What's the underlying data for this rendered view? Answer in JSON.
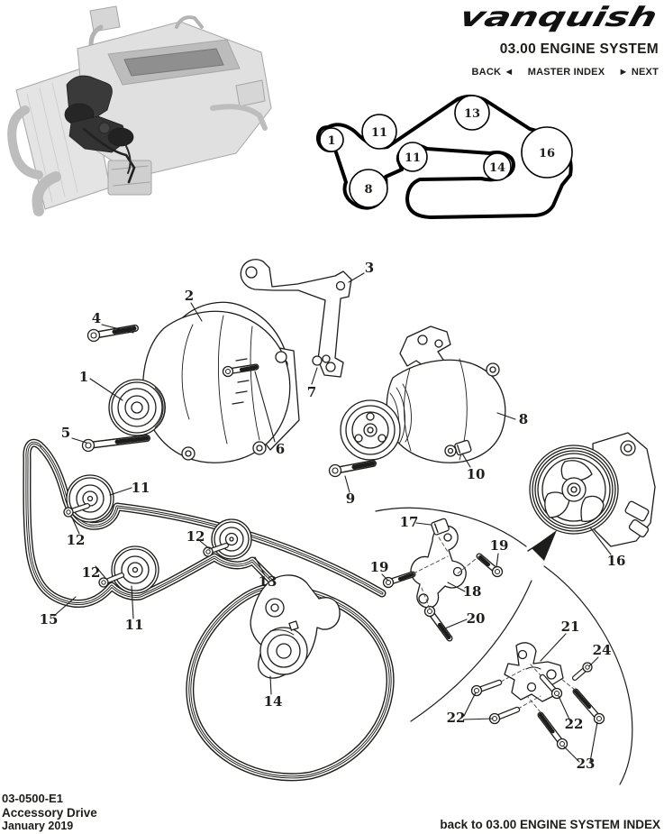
{
  "header": {
    "logo_text": "vanquish",
    "section_title": "03.00 ENGINE SYSTEM",
    "nav": {
      "back": "BACK ◄",
      "master_index": "MASTER INDEX",
      "next": "► NEXT"
    }
  },
  "belt_routing": {
    "pulleys": [
      {
        "label": "1"
      },
      {
        "label": "11"
      },
      {
        "label": "13"
      },
      {
        "label": "16"
      },
      {
        "label": "11"
      },
      {
        "label": "14"
      },
      {
        "label": "8"
      }
    ]
  },
  "diagram": {
    "callouts": [
      {
        "label": "1"
      },
      {
        "label": "2"
      },
      {
        "label": "3"
      },
      {
        "label": "4"
      },
      {
        "label": "5"
      },
      {
        "label": "6"
      },
      {
        "label": "7"
      },
      {
        "label": "8"
      },
      {
        "label": "9"
      },
      {
        "label": "10"
      },
      {
        "label": "11"
      },
      {
        "label": "11"
      },
      {
        "label": "12"
      },
      {
        "label": "12"
      },
      {
        "label": "12"
      },
      {
        "label": "13"
      },
      {
        "label": "14"
      },
      {
        "label": "15"
      },
      {
        "label": "16"
      },
      {
        "label": "17"
      },
      {
        "label": "18"
      },
      {
        "label": "19"
      },
      {
        "label": "19"
      },
      {
        "label": "20"
      },
      {
        "label": "21"
      },
      {
        "label": "22"
      },
      {
        "label": "22"
      },
      {
        "label": "23"
      },
      {
        "label": "24"
      }
    ]
  },
  "footer": {
    "doc_number": "03-0500-E1",
    "doc_title": "Accessory Drive",
    "doc_date": "January 2019",
    "index_link": "back to 03.00 ENGINE SYSTEM INDEX"
  }
}
